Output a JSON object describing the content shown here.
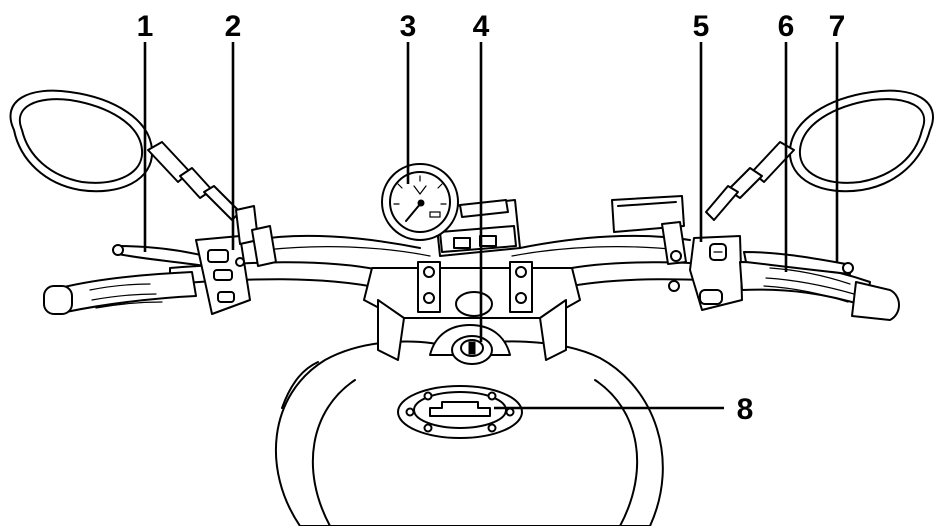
{
  "callouts": [
    {
      "label": "1",
      "part": "clutch-lever"
    },
    {
      "label": "2",
      "part": "left-handlebar-switches"
    },
    {
      "label": "3",
      "part": "speedometer-meter"
    },
    {
      "label": "4",
      "part": "main-switch-steering-lock"
    },
    {
      "label": "5",
      "part": "right-handlebar-switches"
    },
    {
      "label": "6",
      "part": "throttle-grip"
    },
    {
      "label": "7",
      "part": "front-brake-lever"
    },
    {
      "label": "8",
      "part": "fuel-tank-cap"
    }
  ],
  "colors": {
    "ink": "#000000",
    "paper": "#ffffff"
  }
}
